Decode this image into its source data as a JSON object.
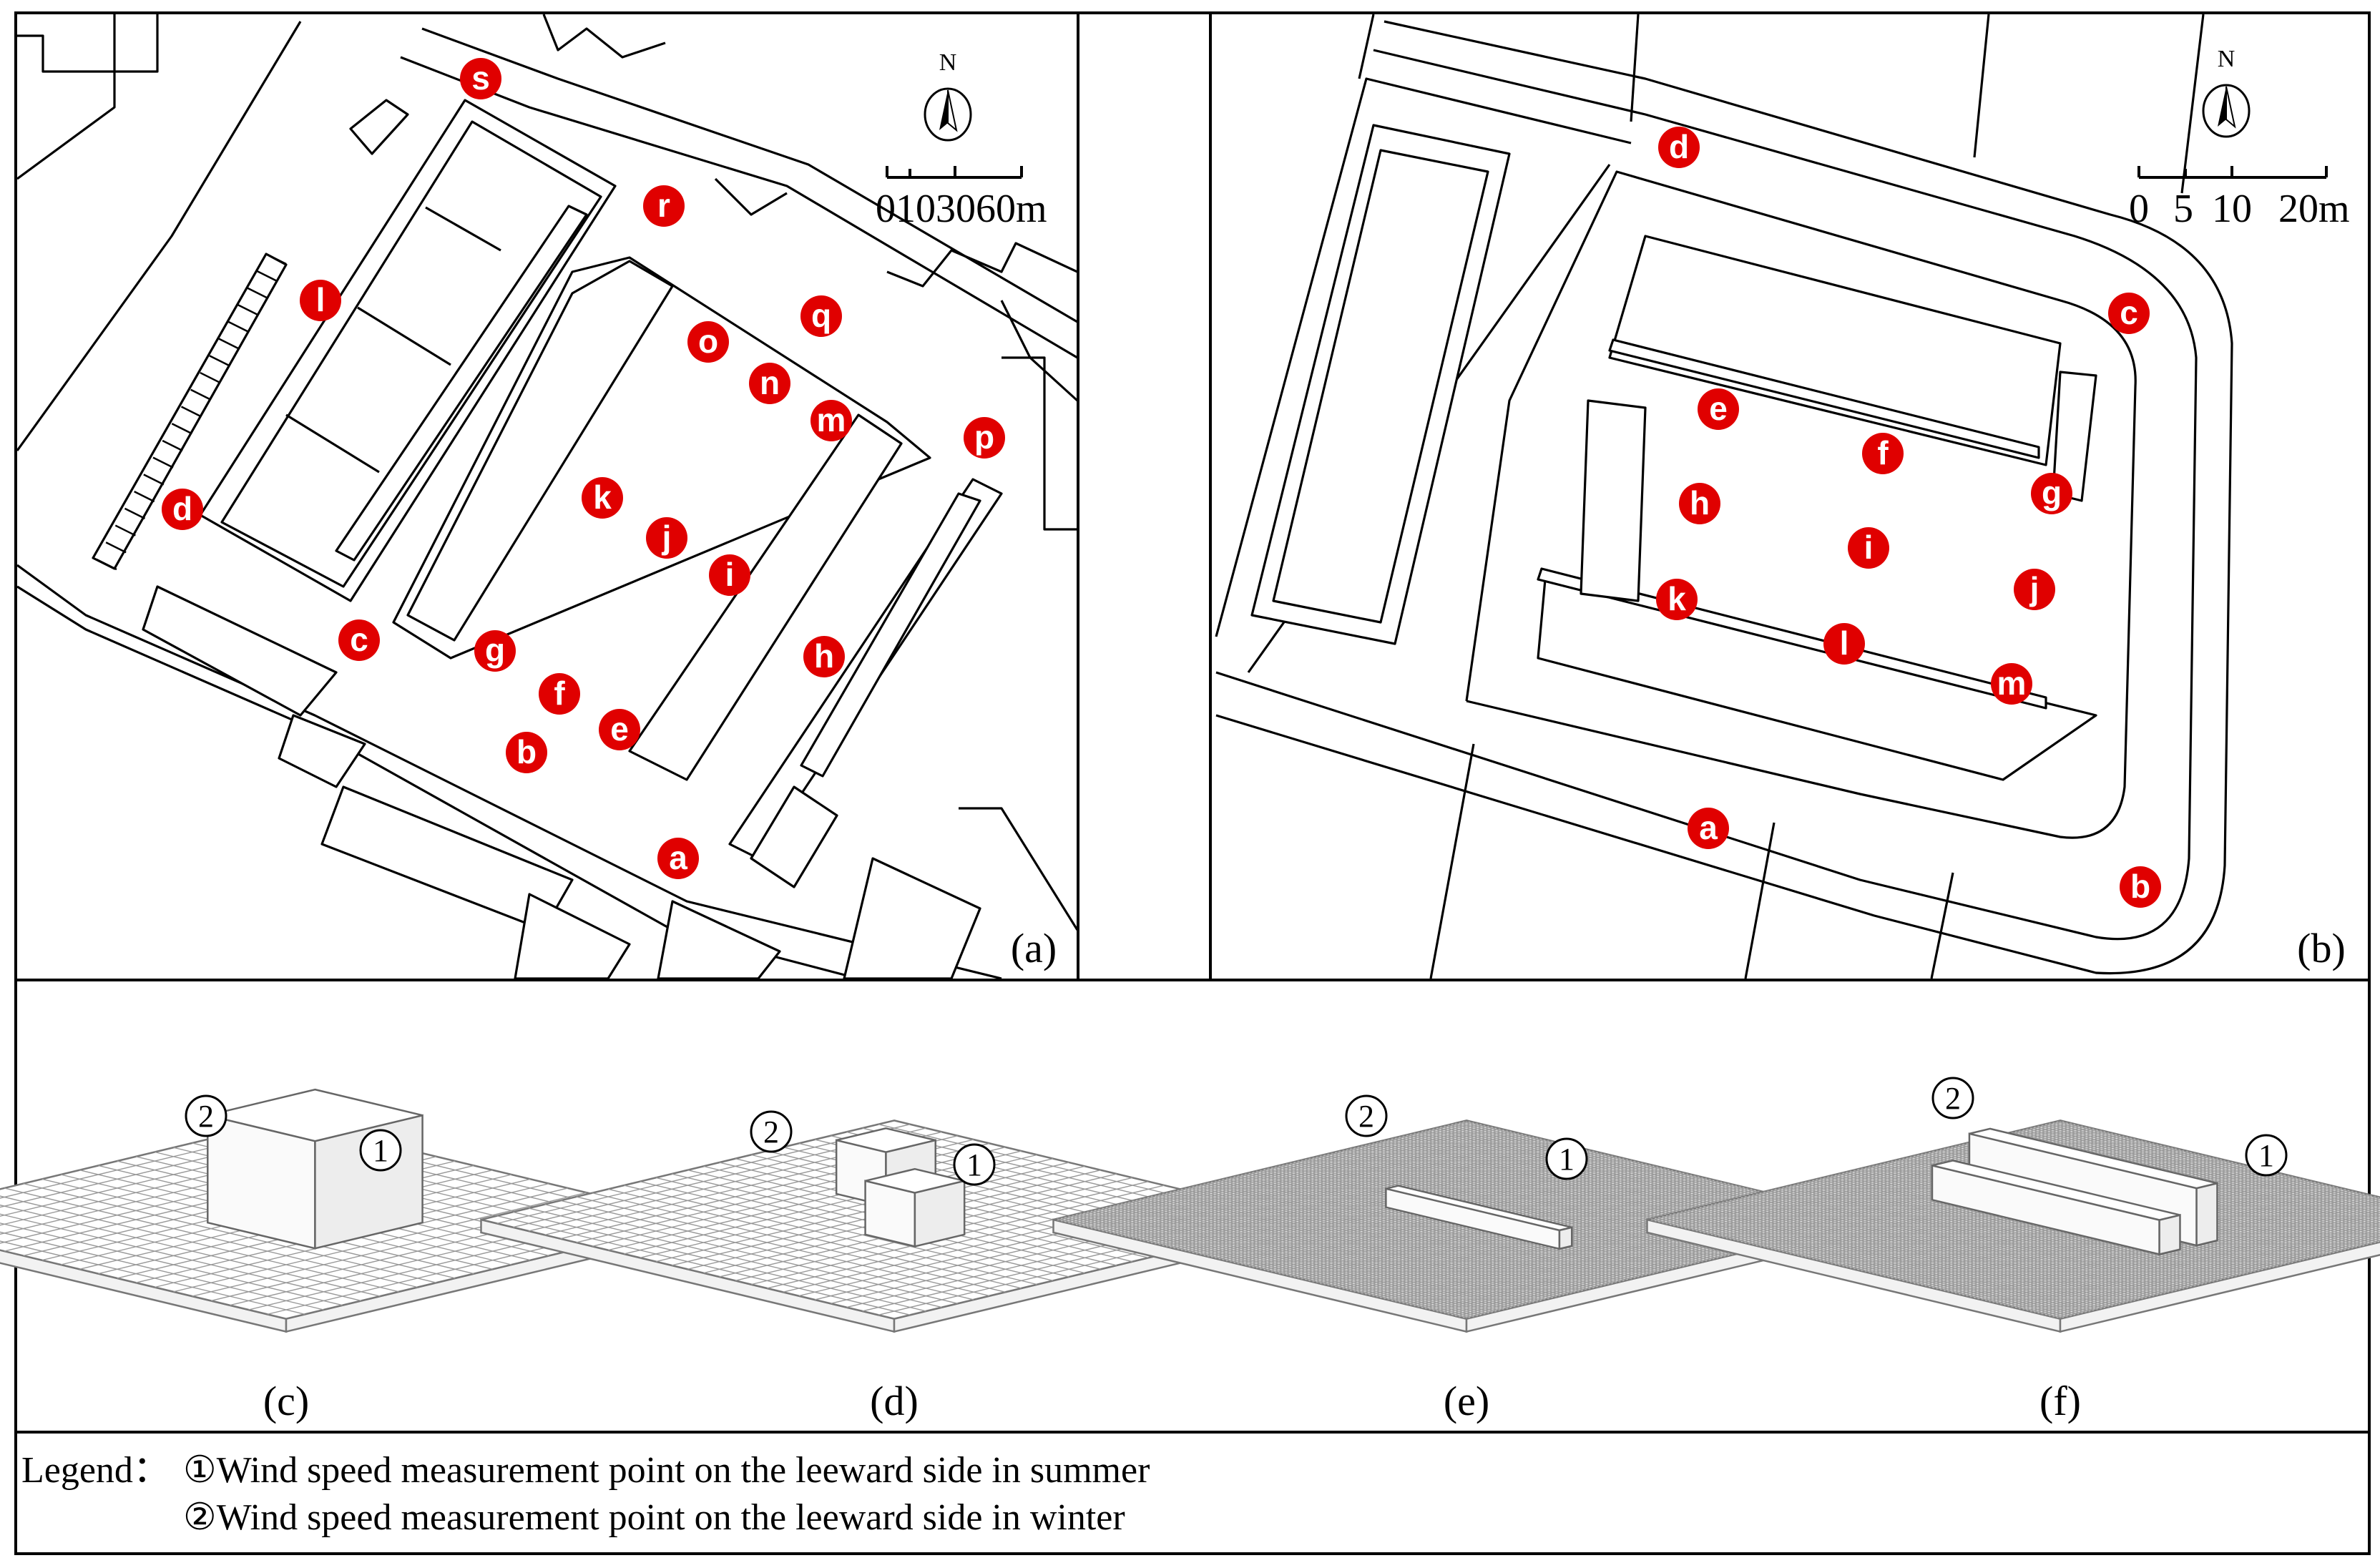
{
  "panels": {
    "a": {
      "label": "(a)",
      "north": "N",
      "scale_ticks": [
        "0",
        "10",
        "30",
        "60",
        "m"
      ],
      "points": [
        {
          "id": "a"
        },
        {
          "id": "b"
        },
        {
          "id": "c"
        },
        {
          "id": "d"
        },
        {
          "id": "e"
        },
        {
          "id": "f"
        },
        {
          "id": "g"
        },
        {
          "id": "h"
        },
        {
          "id": "i"
        },
        {
          "id": "j"
        },
        {
          "id": "k"
        },
        {
          "id": "l"
        },
        {
          "id": "m"
        },
        {
          "id": "n"
        },
        {
          "id": "o"
        },
        {
          "id": "p"
        },
        {
          "id": "q"
        },
        {
          "id": "r"
        },
        {
          "id": "s"
        }
      ]
    },
    "b": {
      "label": "(b)",
      "north": "N",
      "scale_ticks": [
        "0",
        "5",
        "10",
        "20m"
      ],
      "points": [
        {
          "id": "a"
        },
        {
          "id": "b"
        },
        {
          "id": "c"
        },
        {
          "id": "d"
        },
        {
          "id": "e"
        },
        {
          "id": "f"
        },
        {
          "id": "g"
        },
        {
          "id": "h"
        },
        {
          "id": "i"
        },
        {
          "id": "j"
        },
        {
          "id": "k"
        },
        {
          "id": "l"
        },
        {
          "id": "m"
        }
      ]
    },
    "models": [
      {
        "label": "(c)",
        "marker1": "①",
        "marker2": "②"
      },
      {
        "label": "(d)",
        "marker1": "①",
        "marker2": "②"
      },
      {
        "label": "(e)",
        "marker1": "①",
        "marker2": "②"
      },
      {
        "label": "(f)",
        "marker1": "①",
        "marker2": "②"
      }
    ]
  },
  "legend": {
    "title": "Legend：",
    "item1": "①Wind speed measurement point on the leeward side in summer",
    "item2": "②Wind speed measurement point on the leeward side in winter"
  },
  "colors": {
    "point": "#e00000",
    "line": "#000000"
  }
}
